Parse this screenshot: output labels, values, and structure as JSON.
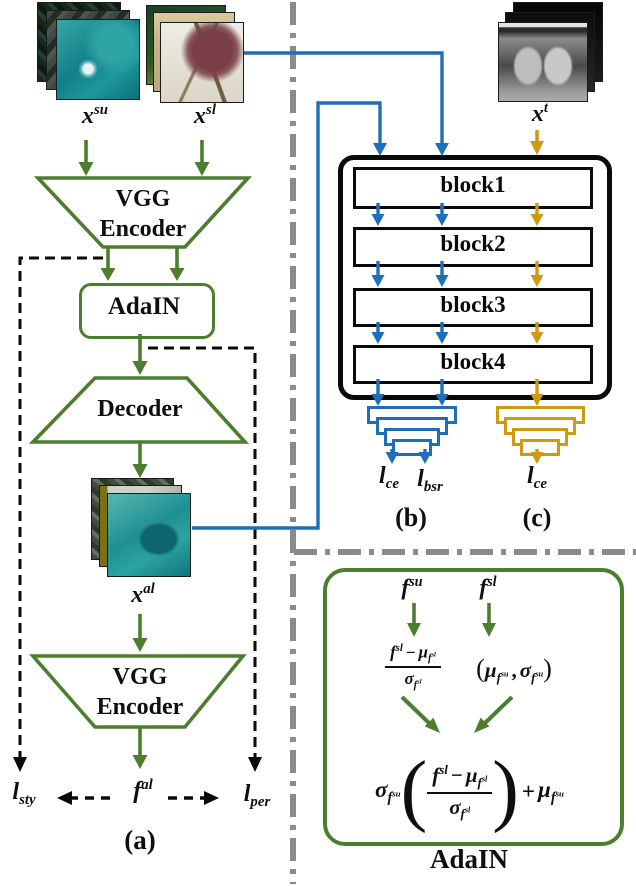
{
  "figure": "style-transfer-and-segmentation-architecture-diagram",
  "colors": {
    "green": "#4d7d2e",
    "blue": "#1f6fb8",
    "gold": "#cd9a12",
    "divider_gray": "#8b8b8b",
    "line_black": "#0a0a0a"
  },
  "sym": {
    "x": "x",
    "f": "f",
    "l": "l",
    "su": "su",
    "sl": "sl",
    "al": "al",
    "t": "t",
    "sty": "sty",
    "per": "per",
    "ce": "ce",
    "bsr": "bsr",
    "mu": "μ",
    "sigma": "σ",
    "minus": "−",
    "plus": "+",
    "comma": ",",
    "lparen": "(",
    "rparen": ")"
  },
  "panel_a": {
    "caption": "(a)",
    "encoder_top": {
      "line1": "VGG",
      "line2": "Encoder"
    },
    "adain": "AdaIN",
    "decoder": "Decoder",
    "encoder_bottom": {
      "line1": "VGG",
      "line2": "Encoder"
    }
  },
  "panel_b": {
    "caption": "(b)",
    "blocks": [
      "block1",
      "block2",
      "block3",
      "block4"
    ]
  },
  "panel_c": {
    "caption": "(c)"
  },
  "adain_detail": {
    "title": "AdaIN"
  }
}
